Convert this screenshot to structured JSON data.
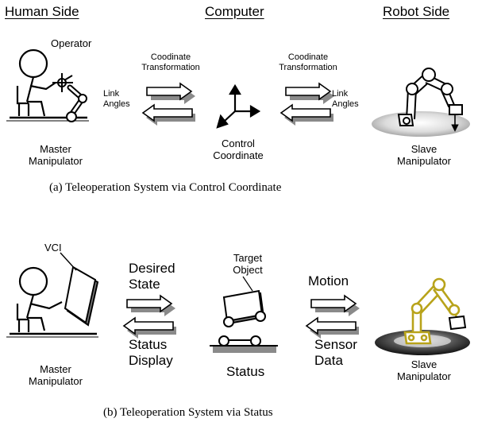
{
  "panel_a": {
    "header_human": "Human Side",
    "header_computer": "Computer",
    "header_robot": "Robot Side",
    "operator": "Operator",
    "transform_left": [
      "Coodinate",
      "Transformation"
    ],
    "transform_right": [
      "Coodinate",
      "Transformation"
    ],
    "link_angles_left": [
      "Link",
      "Angles"
    ],
    "link_angles_right": [
      "Link",
      "Angles"
    ],
    "control_coordinate": [
      "Control",
      "Coordinate"
    ],
    "master_manipulator": [
      "Master",
      "Manipulator"
    ],
    "slave_manipulator": [
      "Slave",
      "Manipulator"
    ],
    "caption": "(a)  Teleoperation System via Control Coordinate"
  },
  "panel_b": {
    "vci": "VCI",
    "desired_state": [
      "Desired",
      "State"
    ],
    "status_display": [
      "Status",
      "Display"
    ],
    "target_object": [
      "Target",
      "Object"
    ],
    "status": "Status",
    "motion": "Motion",
    "sensor_data": [
      "Sensor",
      "Data"
    ],
    "master_manipulator": [
      "Master",
      "Manipulator"
    ],
    "slave_manipulator": [
      "Slave",
      "Manipulator"
    ],
    "caption": "(b)  Teleoperation System via Status"
  },
  "colors": {
    "robot_b": "#b8a31a",
    "ink": "#000000",
    "shadow": "#8a8a8a"
  }
}
